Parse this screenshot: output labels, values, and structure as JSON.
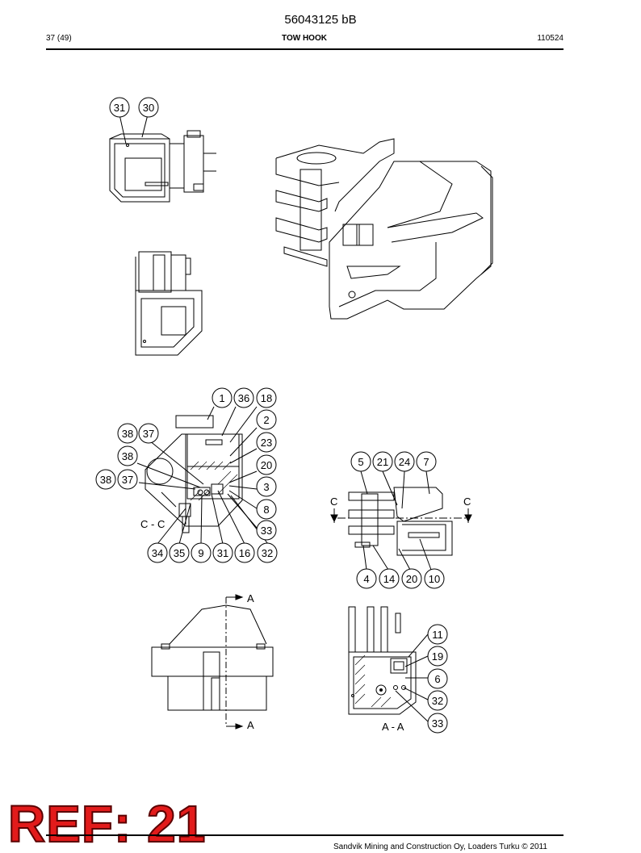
{
  "header": {
    "doc_number": "56043125 bB",
    "page": "37 (49)",
    "title": "TOW HOOK",
    "date": "110524"
  },
  "views": {
    "section_cc": "C - C",
    "section_aa": "A - A",
    "cut_a": "A",
    "cut_c": "C"
  },
  "callouts": {
    "top_view": [
      "31",
      "30"
    ],
    "section_cc": [
      "1",
      "36",
      "18",
      "2",
      "23",
      "20",
      "3",
      "8",
      "33",
      "32",
      "16",
      "31",
      "9",
      "35",
      "34",
      "38",
      "37",
      "38",
      "38",
      "37"
    ],
    "side_view": [
      "5",
      "21",
      "24",
      "7",
      "4",
      "14",
      "20",
      "10"
    ],
    "section_aa": [
      "11",
      "19",
      "6",
      "32",
      "33"
    ]
  },
  "stamp": {
    "text": "REF: 21"
  },
  "footer": {
    "text": "Sandvik Mining and Construction Oy, Loaders Turku © 2011"
  }
}
